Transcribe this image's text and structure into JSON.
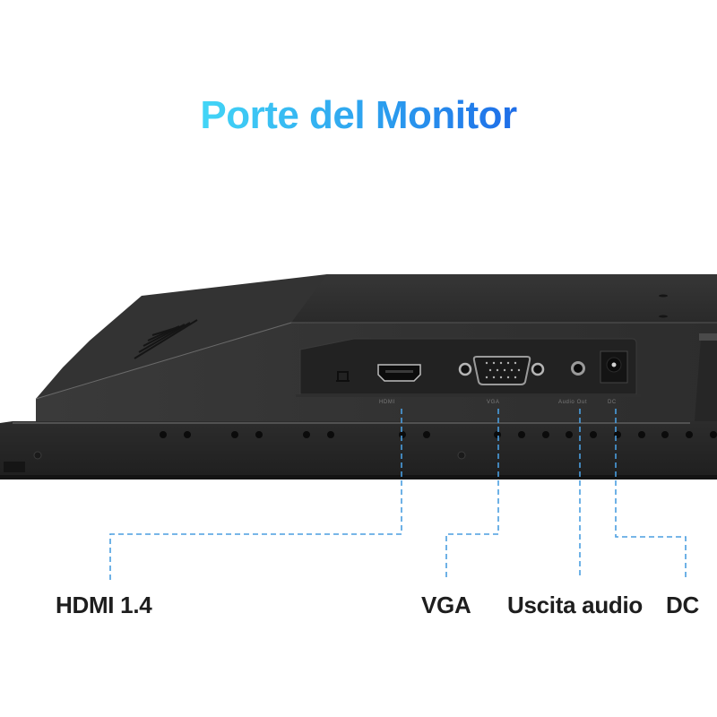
{
  "header": {
    "title": "Porte del Monitor",
    "gradient": [
      "#45dcf7",
      "#2a9aee",
      "#1a5de6"
    ]
  },
  "monitor": {
    "body_color": "#2b2b2b",
    "port_panel": {
      "engraved_labels": [
        "HDMI",
        "VGA",
        "Audio Out",
        "DC"
      ],
      "ports": [
        {
          "name": "kensington-lock"
        },
        {
          "name": "hdmi-port"
        },
        {
          "name": "vga-port"
        },
        {
          "name": "audio-out-jack"
        },
        {
          "name": "dc-power-jack"
        }
      ]
    }
  },
  "callouts": {
    "line_color": "#4a9ee0",
    "items": [
      {
        "id": "hdmi",
        "label": "HDMI 1.4"
      },
      {
        "id": "vga",
        "label": "VGA"
      },
      {
        "id": "audio",
        "label": "Uscita audio"
      },
      {
        "id": "dc",
        "label": "DC"
      }
    ]
  }
}
